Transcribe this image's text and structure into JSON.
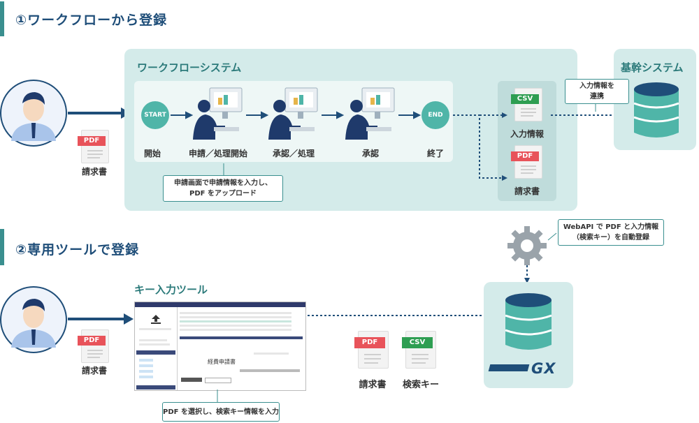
{
  "section1": {
    "title": "①ワークフローから登録"
  },
  "section2": {
    "title": "②専用ツールで登録"
  },
  "workflow": {
    "panel_title": "ワークフローシステム",
    "start": "START",
    "end": "END",
    "steps": [
      "開始",
      "申請／処理開始",
      "承認／処理",
      "承認",
      "終了"
    ],
    "note_line1": "申請画面で申請情報を入力し、",
    "note_line2": "PDF をアップロード",
    "csv_tag": "CSV",
    "csv_label": "入力情報",
    "pdf_tag": "PDF",
    "pdf_label": "請求書"
  },
  "core": {
    "title": "基幹システム",
    "note_line1": "入力情報を",
    "note_line2": "連携"
  },
  "webapi": {
    "note_line1": "WebAPI で PDF と入力情報",
    "note_line2": "（検索キー）を自動登録"
  },
  "user1": {
    "doc_tag": "PDF",
    "doc_label": "請求書"
  },
  "user2": {
    "doc_tag": "PDF",
    "doc_label": "請求書"
  },
  "tool": {
    "title": "キー入力ツール",
    "note": "PDF を選択し、検索キー情報を入力",
    "screen_doc_title": "経費申請書"
  },
  "files": {
    "pdf_tag": "PDF",
    "pdf_label": "請求書",
    "csv_tag": "CSV",
    "csv_label": "検索キー"
  },
  "gx": {
    "logo": "GX"
  },
  "colors": {
    "teal": "#4fb5a8",
    "navy": "#1f4e79",
    "pdf_red": "#e8535a",
    "csv_green": "#2e9e52",
    "panel": "#d4ebea"
  }
}
